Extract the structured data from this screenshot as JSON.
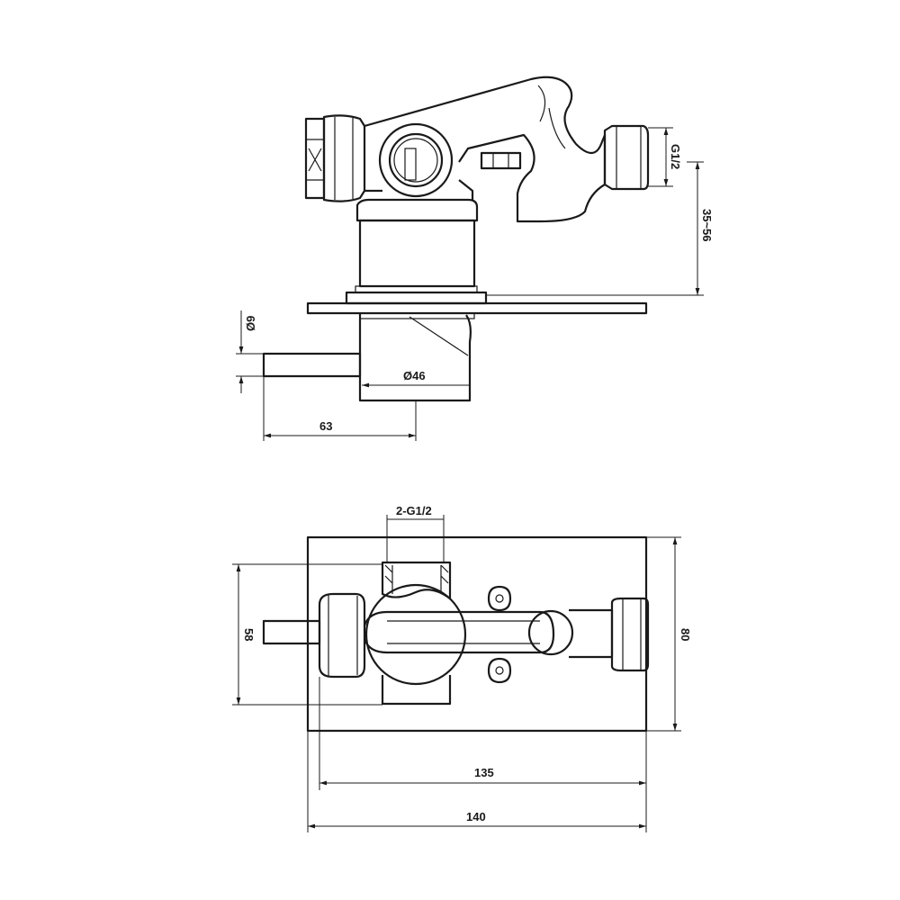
{
  "dimensions": {
    "thread_side": "G1/2",
    "wall_depth": "35~56",
    "lever_diameter": "Ø9",
    "body_diameter": "Ø46",
    "lever_length": "63",
    "outlets": "2-G1/2",
    "body_height": "58",
    "plate_height": "80",
    "body_width": "135",
    "plate_width": "140"
  },
  "colors": {
    "line": "#1a1a1a",
    "background": "#ffffff"
  }
}
